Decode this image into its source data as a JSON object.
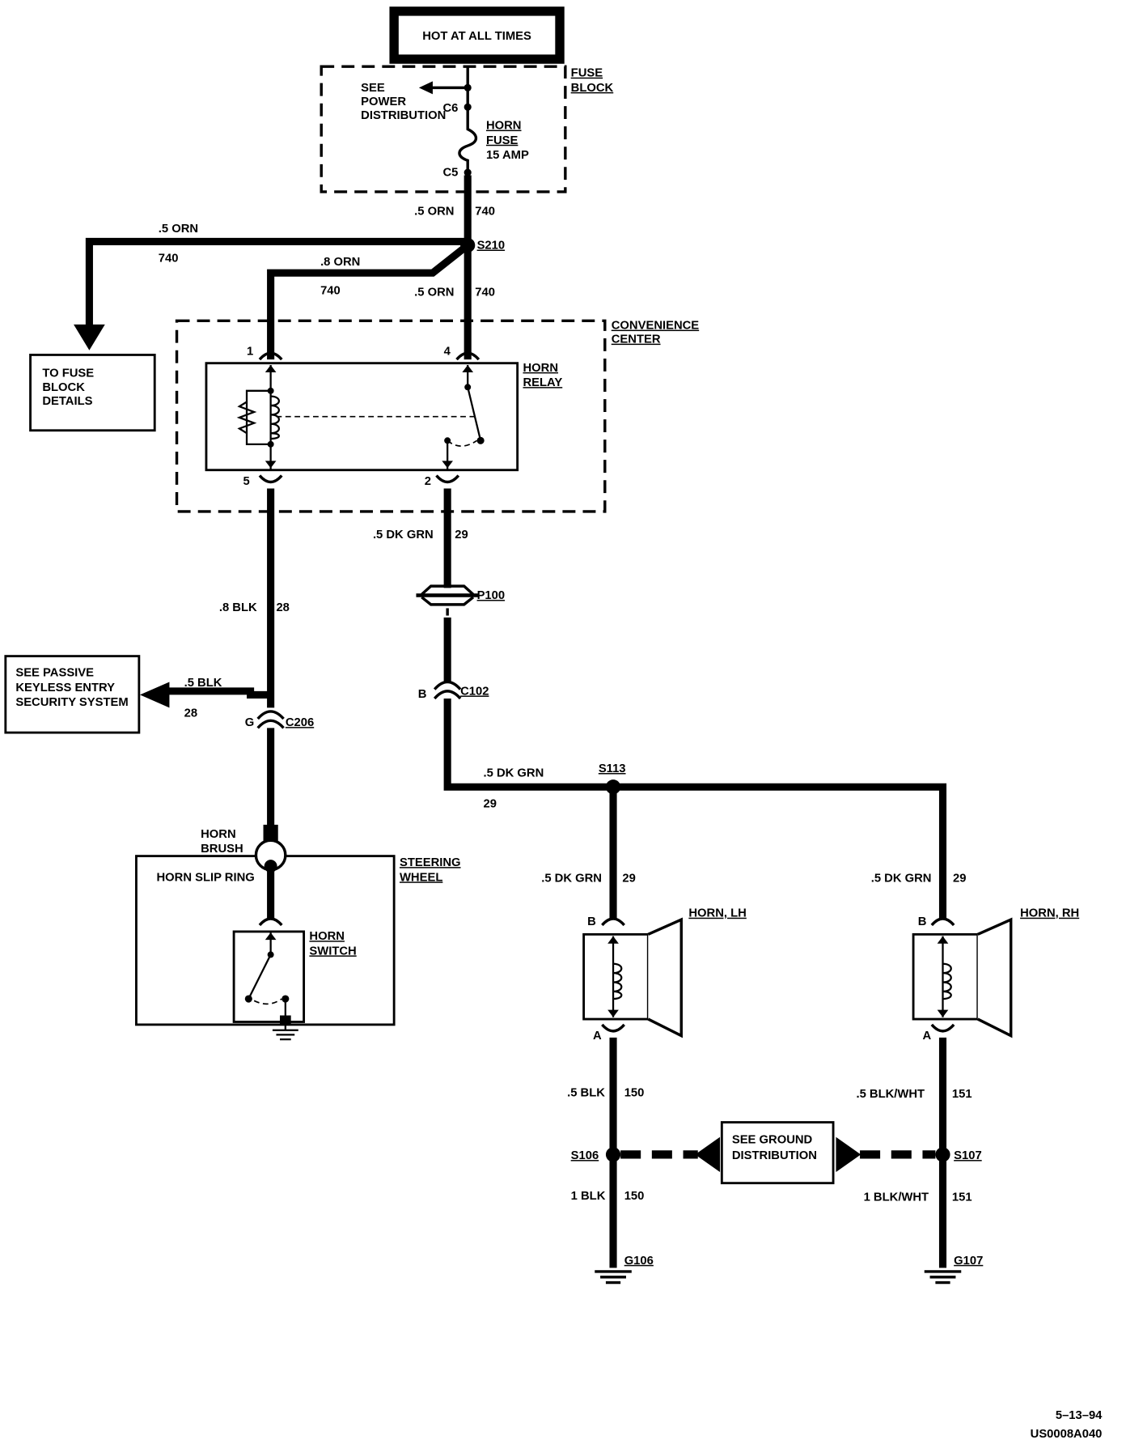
{
  "title_box": "HOT AT ALL TIMES",
  "fuse_block": {
    "label_line1": "FUSE",
    "label_line2": "BLOCK",
    "see_power_line1": "SEE",
    "see_power_line2": "POWER",
    "see_power_line3": "DISTRIBUTION",
    "terminal_top": "C6",
    "terminal_bottom": "C5",
    "fuse_line1": "HORN",
    "fuse_line2": "FUSE",
    "fuse_line3": "15 AMP"
  },
  "wires": {
    "feed_gauge": ".5 ORN",
    "feed_circuit": "740",
    "left_gauge": ".5 ORN",
    "left_circuit": "740",
    "relay1_gauge": ".8 ORN",
    "relay1_circuit": "740",
    "relay4_gauge": ".5 ORN",
    "relay4_circuit": "740",
    "relay2_gauge": ".5 DK GRN",
    "relay2_circuit": "29",
    "relay5_gauge": ".8 BLK",
    "relay5_circuit": "28",
    "pke_gauge": ".5 BLK",
    "pke_circuit": "28",
    "bus_gauge": ".5 DK GRN",
    "bus_circuit": "29",
    "lh_feed_gauge": ".5 DK GRN",
    "lh_feed_circuit": "29",
    "rh_feed_gauge": ".5 DK GRN",
    "rh_feed_circuit": "29",
    "lh_gnd1_gauge": ".5 BLK",
    "lh_gnd1_circuit": "150",
    "lh_gnd2_gauge": "1 BLK",
    "lh_gnd2_circuit": "150",
    "rh_gnd1_gauge": ".5 BLK/WHT",
    "rh_gnd1_circuit": "151",
    "rh_gnd2_gauge": "1 BLK/WHT",
    "rh_gnd2_circuit": "151"
  },
  "splices": {
    "s210": "S210",
    "s113": "S113",
    "s106": "S106",
    "s107": "S107"
  },
  "connectors": {
    "p100": "P100",
    "c102": "C102",
    "c102_pin": "B",
    "c206": "C206",
    "c206_pin": "G"
  },
  "grounds": {
    "g106": "G106",
    "g107": "G107"
  },
  "to_fuse_block": {
    "line1": "TO  FUSE",
    "line2": "BLOCK",
    "line3": "DETAILS"
  },
  "convenience_center": {
    "line1": "CONVENIENCE",
    "line2": "CENTER"
  },
  "horn_relay": {
    "line1": "HORN",
    "line2": "RELAY",
    "pin1": "1",
    "pin4": "4",
    "pin5": "5",
    "pin2": "2"
  },
  "passive_keyless": {
    "line1": "SEE PASSIVE",
    "line2": "KEYLESS ENTRY",
    "line3": "SECURITY SYSTEM"
  },
  "steering_wheel": {
    "label_line1": "STEERING",
    "label_line2": "WHEEL",
    "brush_line1": "HORN",
    "brush_line2": "BRUSH",
    "slip_ring": "HORN SLIP RING",
    "switch_line1": "HORN",
    "switch_line2": "SWITCH"
  },
  "horn_lh": {
    "label": "HORN,  LH",
    "pin_b": "B",
    "pin_a": "A"
  },
  "horn_rh": {
    "label": "HORN,  RH",
    "pin_b": "B",
    "pin_a": "A"
  },
  "ground_distribution": {
    "line1": "SEE GROUND",
    "line2": "DISTRIBUTION"
  },
  "footer": {
    "date": "5–13–94",
    "code": "US0008A040"
  }
}
